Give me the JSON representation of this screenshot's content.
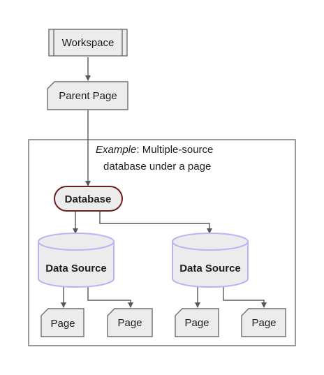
{
  "diagram": {
    "workspace": {
      "label": "Workspace"
    },
    "parent_page": {
      "label": "Parent Page"
    },
    "group": {
      "caption_italic": "Example",
      "caption_line1_rest": ": Multiple-source",
      "caption_line2": "database under a page"
    },
    "database": {
      "label": "Database"
    },
    "data_sources": [
      {
        "label": "Data Source"
      },
      {
        "label": "Data Source"
      }
    ],
    "pages": [
      {
        "label": "Page"
      },
      {
        "label": "Page"
      },
      {
        "label": "Page"
      },
      {
        "label": "Page"
      }
    ],
    "colors": {
      "node_fill": "#ececec",
      "node_stroke": "#6e6e6e",
      "database_stroke": "#6b1f1f",
      "data_source_stroke": "#b8b6f2",
      "edge": "#595959",
      "group_stroke": "#6e6e6e"
    }
  }
}
